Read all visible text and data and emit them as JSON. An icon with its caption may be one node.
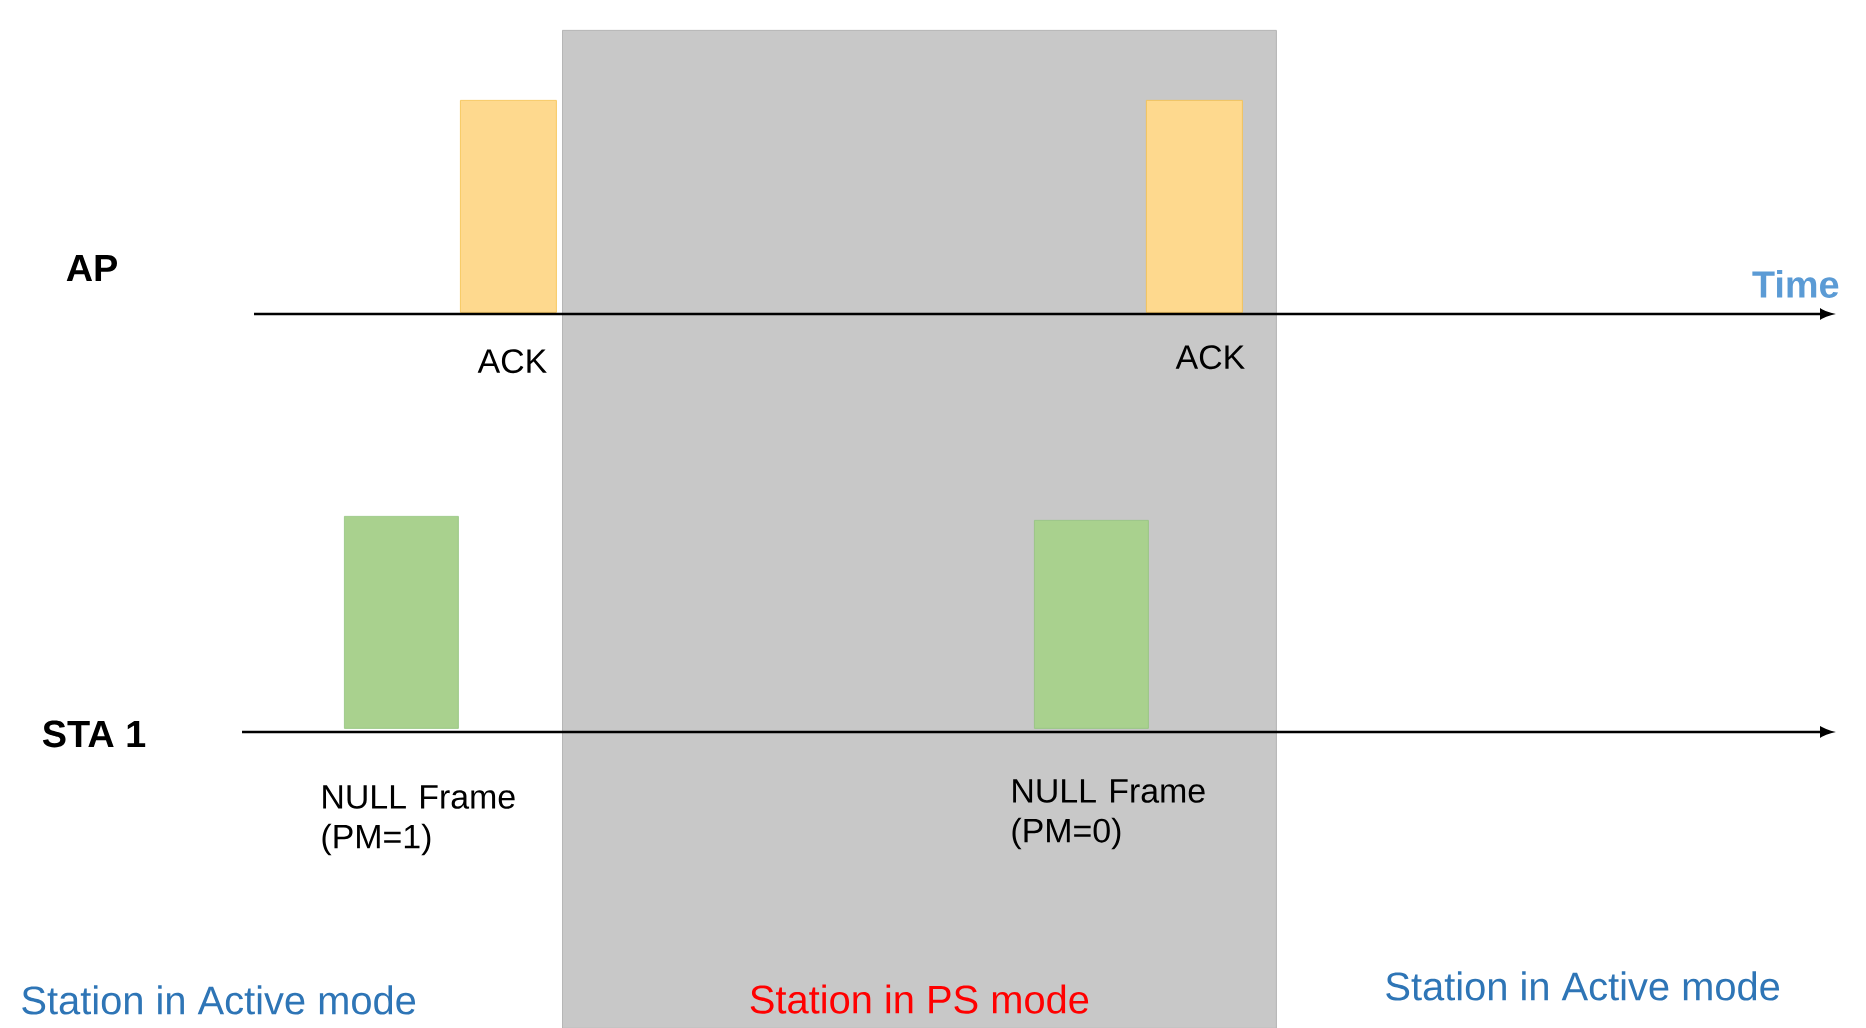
{
  "diagram": {
    "nodes": [
      {
        "text": [
          "Station in PS mode"
        ]
      },
      {
        "text": [],
        "shape": "bar",
        "beside": [
          "ACK"
        ]
      },
      {
        "text": [],
        "shape": "bar",
        "beside": [
          "ACK"
        ],
        "in": 0
      },
      {
        "text": [],
        "shape": "bar",
        "beside": [
          "NULL Frame (PM=1)"
        ]
      },
      {
        "text": [],
        "shape": "bar",
        "beside": [
          "NULL Frame (PM=0)"
        ],
        "in": 0
      }
    ],
    "labels": [
      "AP",
      "Time",
      "STA 1",
      "Station in Active mode",
      "Station in Active mode"
    ]
  }
}
